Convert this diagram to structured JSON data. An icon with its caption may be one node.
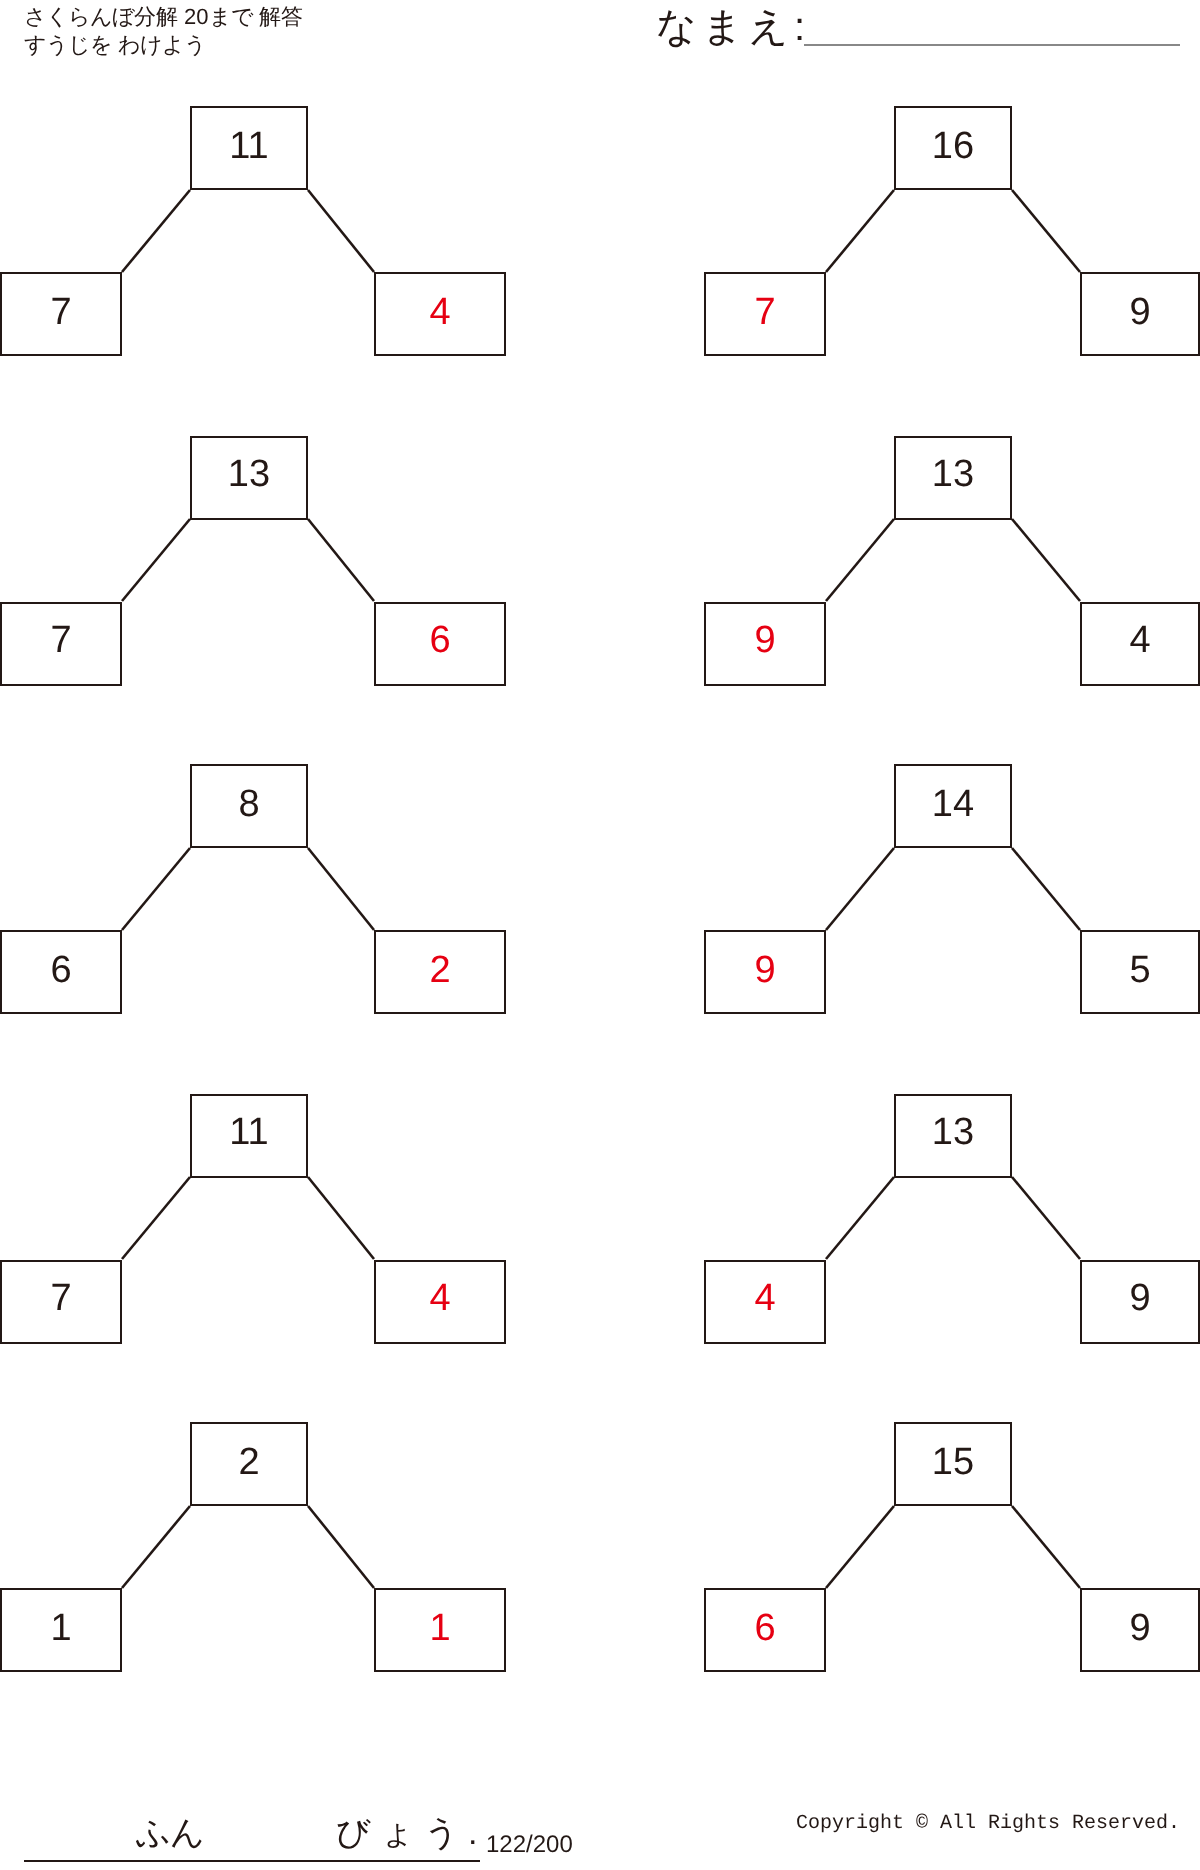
{
  "diagram": {
    "nodes": [
      {
        "text": [
          "11"
        ]
      },
      {
        "text": [
          "7"
        ]
      },
      {
        "text": [
          "4"
        ]
      },
      {
        "text": [
          "16"
        ]
      },
      {
        "text": [
          "7"
        ]
      },
      {
        "text": [
          "9"
        ]
      },
      {
        "text": [
          "13"
        ]
      },
      {
        "text": [
          "7"
        ]
      },
      {
        "text": [
          "6"
        ]
      },
      {
        "text": [
          "13"
        ]
      },
      {
        "text": [
          "9"
        ]
      },
      {
        "text": [
          "4"
        ]
      },
      {
        "text": [
          "8"
        ]
      },
      {
        "text": [
          "6"
        ]
      },
      {
        "text": [
          "2"
        ]
      },
      {
        "text": [
          "14"
        ]
      },
      {
        "text": [
          "9"
        ]
      },
      {
        "text": [
          "5"
        ]
      },
      {
        "text": [
          "11"
        ]
      },
      {
        "text": [
          "7"
        ]
      },
      {
        "text": [
          "4"
        ]
      },
      {
        "text": [
          "13"
        ]
      },
      {
        "text": [
          "4"
        ]
      },
      {
        "text": [
          "9"
        ]
      },
      {
        "text": [
          "2"
        ]
      },
      {
        "text": [
          "1"
        ]
      },
      {
        "text": [
          "1"
        ]
      },
      {
        "text": [
          "15"
        ]
      },
      {
        "text": [
          "6"
        ]
      },
      {
        "text": [
          "9"
        ]
      }
    ],
    "edges": [
      {
        "from": 0,
        "to": 1,
        "arrow": "none"
      },
      {
        "from": 0,
        "to": 2,
        "arrow": "none"
      },
      {
        "from": 3,
        "to": 4,
        "arrow": "none"
      },
      {
        "from": 3,
        "to": 5,
        "arrow": "none"
      },
      {
        "from": 6,
        "to": 7,
        "arrow": "none"
      },
      {
        "from": 6,
        "to": 8,
        "arrow": "none"
      },
      {
        "from": 9,
        "to": 10,
        "arrow": "none"
      },
      {
        "from": 9,
        "to": 11,
        "arrow": "none"
      },
      {
        "from": 12,
        "to": 13,
        "arrow": "none"
      },
      {
        "from": 12,
        "to": 14,
        "arrow": "none"
      },
      {
        "from": 15,
        "to": 16,
        "arrow": "none"
      },
      {
        "from": 15,
        "to": 17,
        "arrow": "none"
      },
      {
        "from": 18,
        "to": 19,
        "arrow": "none"
      },
      {
        "from": 18,
        "to": 20,
        "arrow": "none"
      },
      {
        "from": 21,
        "to": 22,
        "arrow": "none"
      },
      {
        "from": 21,
        "to": 23,
        "arrow": "none"
      },
      {
        "from": 24,
        "to": 25,
        "arrow": "none"
      },
      {
        "from": 24,
        "to": 26,
        "arrow": "none"
      },
      {
        "from": 27,
        "to": 28,
        "arrow": "none"
      },
      {
        "from": 27,
        "to": 29,
        "arrow": "none"
      }
    ],
    "labels": [
      "さくらんぼ分解 20まで 解答",
      "すうじを わけよう",
      "なまえ:",
      "ふん",
      "びょう.",
      "122/200",
      "Copyright ©  All Rights Reserved."
    ]
  }
}
